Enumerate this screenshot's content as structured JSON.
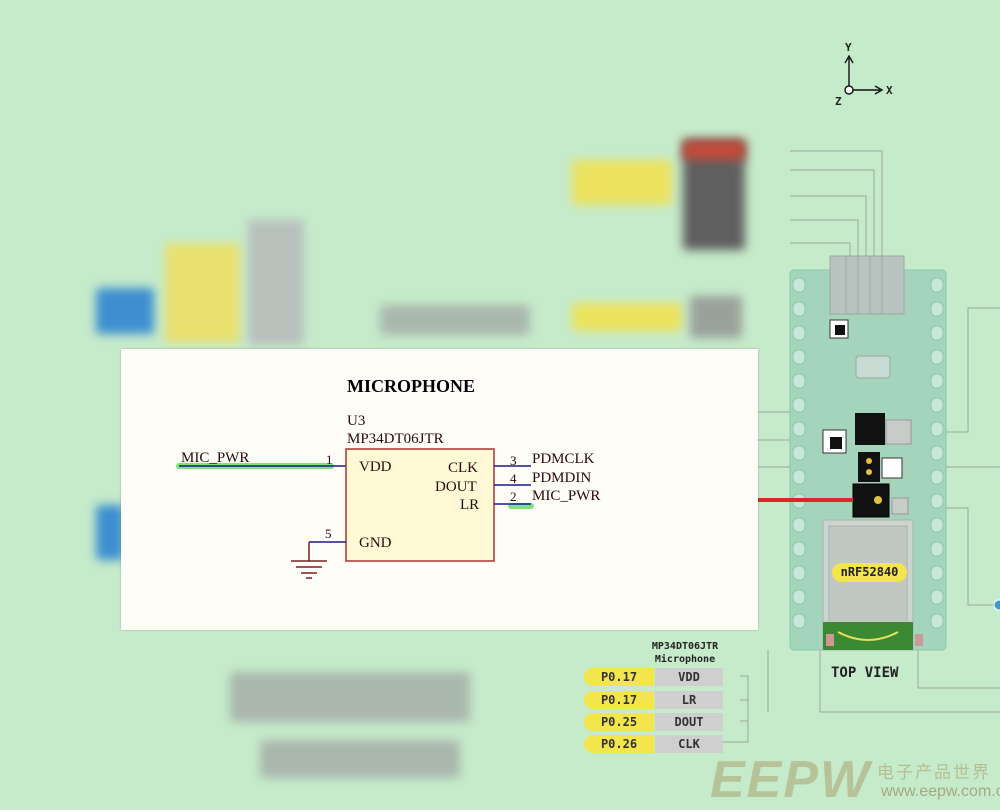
{
  "schematic": {
    "title": "MICROPHONE",
    "ref": "U3",
    "part": "MP34DT06JTR",
    "left_net": "MIC_PWR",
    "pins": {
      "vdd": {
        "num": "1",
        "name": "VDD"
      },
      "gnd": {
        "num": "5",
        "name": "GND"
      },
      "clk": {
        "num": "3",
        "name": "CLK",
        "net": "PDMCLK"
      },
      "dout": {
        "num": "4",
        "name": "DOUT",
        "net": "PDMDIN"
      },
      "lr": {
        "num": "2",
        "name": "LR",
        "net": "MIC_PWR"
      }
    }
  },
  "board": {
    "chip_label": "nRF52840",
    "view_label": "TOP VIEW",
    "axes": {
      "y": "Y",
      "x": "X",
      "z": "Z"
    }
  },
  "pin_table": {
    "heading_line1": "MP34DT06JTR",
    "heading_line2": "Microphone",
    "rows": [
      {
        "port": "P0.17",
        "signal": "VDD"
      },
      {
        "port": "P0.17",
        "signal": "LR"
      },
      {
        "port": "P0.25",
        "signal": "DOUT"
      },
      {
        "port": "P0.26",
        "signal": "CLK"
      }
    ]
  },
  "watermark": {
    "logo": "EEPW",
    "tagline": "电子产品世界",
    "url": "www.eepw.com.cn"
  }
}
